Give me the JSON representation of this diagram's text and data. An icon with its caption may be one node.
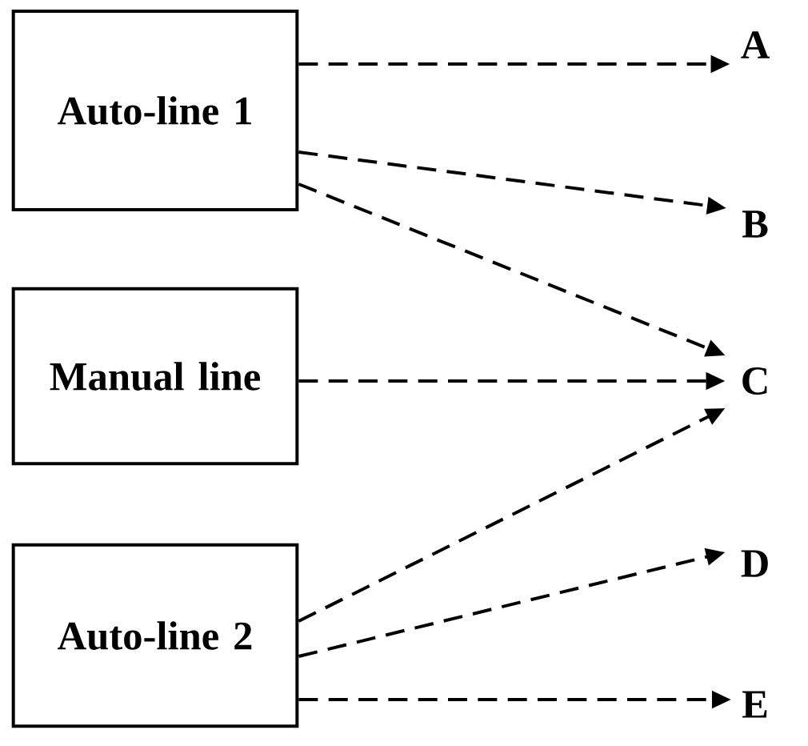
{
  "diagram": {
    "nodes": [
      {
        "text": [
          "Auto-line 1"
        ]
      },
      {
        "text": [
          "Manual line"
        ]
      },
      {
        "text": [
          "Auto-line 2"
        ]
      },
      {
        "text": [
          "A"
        ]
      },
      {
        "text": [
          "B"
        ]
      },
      {
        "text": [
          "C"
        ]
      },
      {
        "text": [
          "D"
        ]
      },
      {
        "text": [
          "E"
        ]
      }
    ],
    "edges": [
      {
        "from": 0,
        "to": 3,
        "arrow": "to",
        "style": "dashed"
      },
      {
        "from": 0,
        "to": 4,
        "arrow": "to",
        "style": "dashed"
      },
      {
        "from": 0,
        "to": 5,
        "arrow": "to",
        "style": "dashed"
      },
      {
        "from": 1,
        "to": 5,
        "arrow": "to",
        "style": "dashed"
      },
      {
        "from": 2,
        "to": 5,
        "arrow": "to",
        "style": "dashed"
      },
      {
        "from": 2,
        "to": 6,
        "arrow": "to",
        "style": "dashed"
      },
      {
        "from": 2,
        "to": 7,
        "arrow": "to",
        "style": "dashed"
      }
    ]
  }
}
